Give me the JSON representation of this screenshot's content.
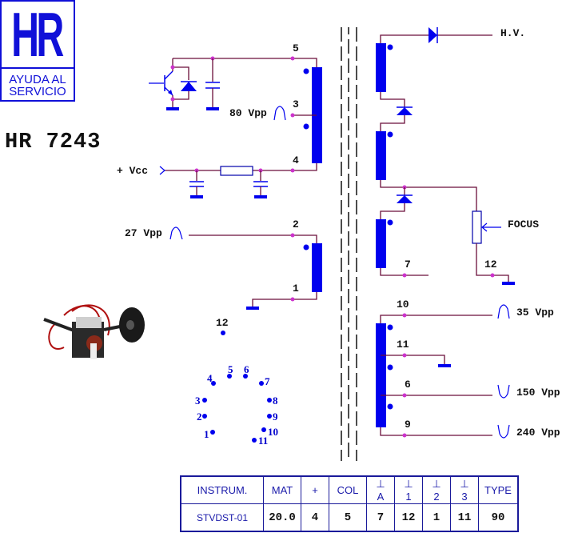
{
  "logo": {
    "mark": "HR",
    "tagline_line1": "AYUDA AL",
    "tagline_line2": "SERVICIO"
  },
  "model": "HR 7243",
  "primary": {
    "supply_label": "+ Vcc",
    "pins": {
      "p5": "5",
      "p3": "3",
      "p4": "4",
      "p2": "2",
      "p1": "1"
    },
    "waveforms": [
      {
        "pin": "3",
        "label": "80 Vpp",
        "shape": "positive-pulse"
      },
      {
        "pin": "2",
        "label": "27 Vpp",
        "shape": "positive-pulse"
      }
    ]
  },
  "secondary": {
    "hv_label": "H.V.",
    "focus_label": "FOCUS",
    "pins": {
      "p7": "7",
      "p12": "12",
      "p10": "10",
      "p11": "11",
      "p6": "6",
      "p9": "9"
    },
    "waveforms": [
      {
        "pin": "10",
        "label": "35 Vpp",
        "shape": "positive-pulse"
      },
      {
        "pin": "6",
        "label": "150 Vpp",
        "shape": "negative-pulse"
      },
      {
        "pin": "9",
        "label": "240 Vpp",
        "shape": "negative-pulse"
      }
    ]
  },
  "pinout": {
    "top_pin": "12",
    "ring": [
      "1",
      "2",
      "3",
      "4",
      "5",
      "6",
      "7",
      "8",
      "9",
      "10",
      "11"
    ]
  },
  "spec_table": {
    "headers": [
      "INSTRUM.",
      "MAT",
      "+",
      "COL",
      "⊥ A",
      "⊥ 1",
      "⊥ 2",
      "⊥ 3",
      "TYPE"
    ],
    "values": [
      "STVDST-01",
      "20.0",
      "4",
      "5",
      "7",
      "12",
      "1",
      "11",
      "90"
    ]
  },
  "colors": {
    "component_blue": "#0000ee",
    "wire": "#6b0f3a",
    "junction": "#cc33cc",
    "logo_blue": "#1010d8"
  }
}
